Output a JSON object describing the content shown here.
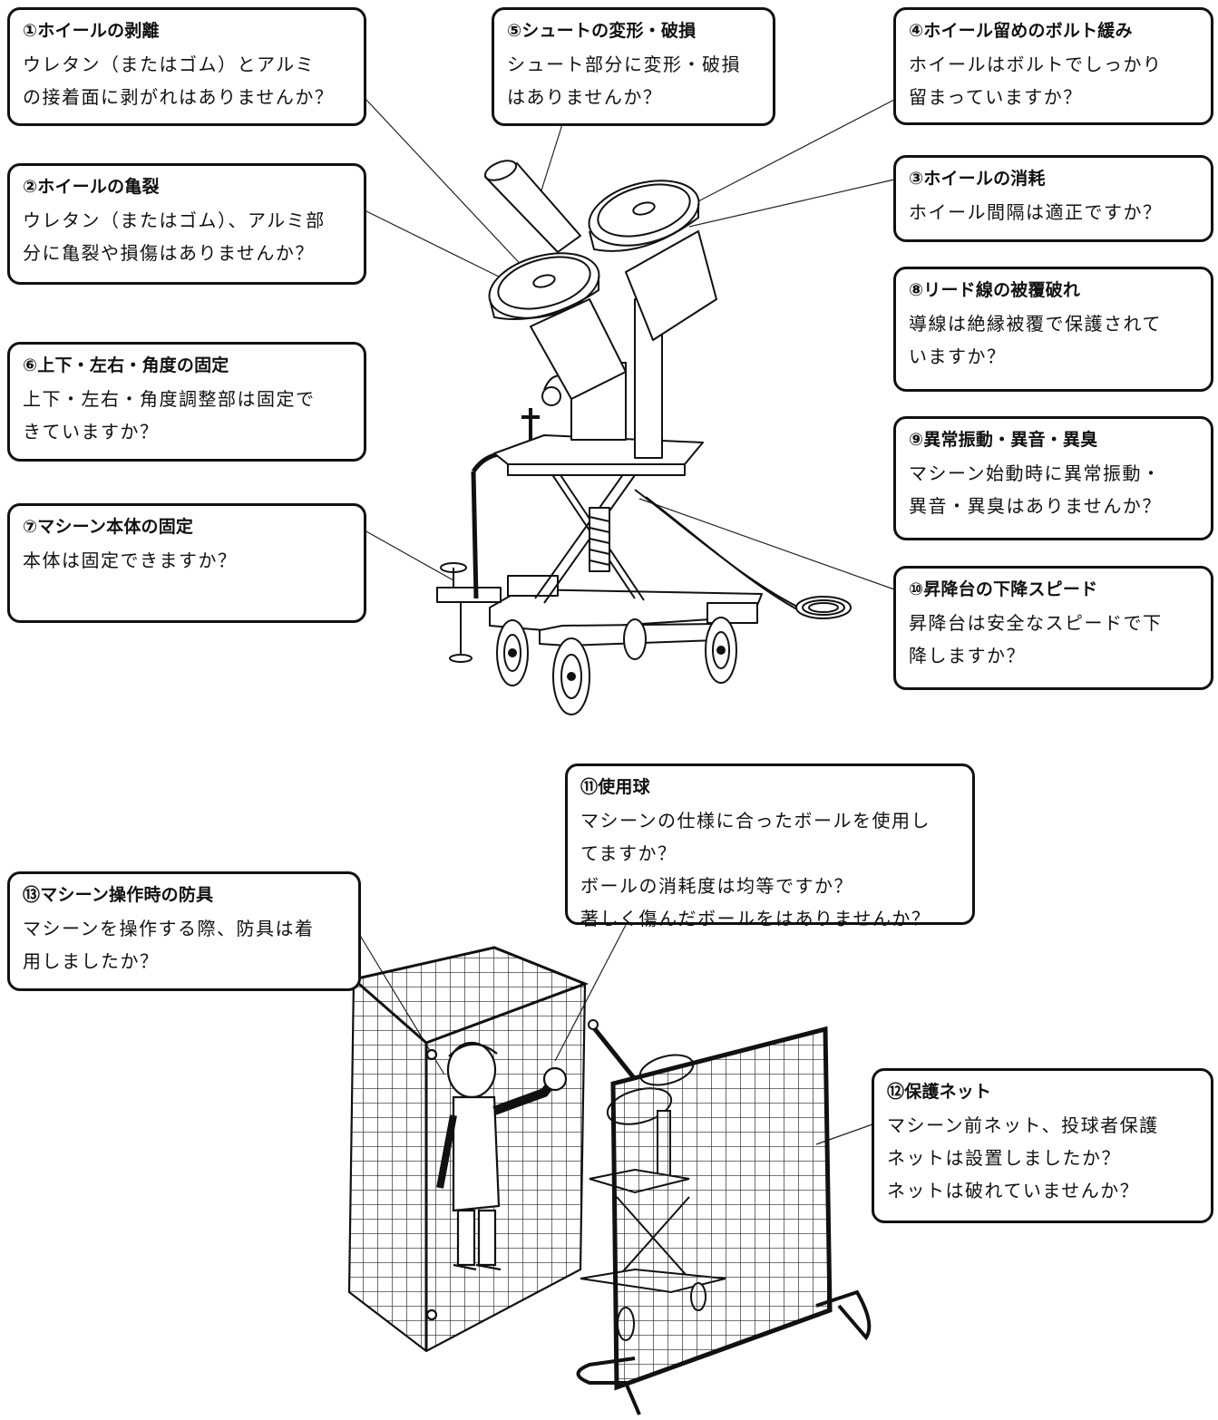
{
  "callouts": [
    {
      "id": "c1",
      "title": "①ホイールの剥離",
      "lines": [
        "ウレタン（またはゴム）とアルミ",
        "の接着面に剥がれはありませんか？"
      ]
    },
    {
      "id": "c2",
      "title": "②ホイールの亀裂",
      "lines": [
        "ウレタン（またはゴム）、アルミ部",
        "分に亀裂や損傷はありませんか？"
      ]
    },
    {
      "id": "c3",
      "title": "③ホイールの消耗",
      "lines": [
        "ホイール間隔は適正ですか？"
      ]
    },
    {
      "id": "c4",
      "title": "④ホイール留めのボルト緩み",
      "lines": [
        "ホイールはボルトでしっかり",
        "留まっていますか？"
      ]
    },
    {
      "id": "c5",
      "title": "⑤シュートの変形・破損",
      "lines": [
        "シュート部分に変形・破損",
        "はありませんか？"
      ]
    },
    {
      "id": "c6",
      "title": "⑥上下・左右・角度の固定",
      "lines": [
        "上下・左右・角度調整部は固定で",
        "きていますか？"
      ]
    },
    {
      "id": "c7",
      "title": "⑦マシーン本体の固定",
      "lines": [
        "本体は固定できますか？"
      ]
    },
    {
      "id": "c8",
      "title": "⑧リード線の被覆破れ",
      "lines": [
        "導線は絶縁被覆で保護されて",
        "いますか？"
      ]
    },
    {
      "id": "c9",
      "title": "⑨異常振動・異音・異臭",
      "lines": [
        "マシーン始動時に異常振動・",
        "異音・異臭はありませんか？"
      ]
    },
    {
      "id": "c10",
      "title": "⑩昇降台の下降スピード",
      "lines": [
        "昇降台は安全なスピードで下",
        "降しますか？"
      ]
    },
    {
      "id": "c11",
      "title": "⑪使用球",
      "lines": [
        "マシーンの仕様に合ったボールを使用し",
        "てますか？",
        "ボールの消耗度は均等ですか？",
        "著しく傷んだボールをはありませんか？"
      ]
    },
    {
      "id": "c12",
      "title": "⑫保護ネット",
      "lines": [
        "マシーン前ネット、投球者保護",
        "ネットは設置しましたか？",
        "ネットは破れていませんか？"
      ]
    },
    {
      "id": "c13",
      "title": "⑬マシーン操作時の防具",
      "lines": [
        "マシーンを操作する際、防具は着",
        "用しましたか？"
      ]
    }
  ]
}
